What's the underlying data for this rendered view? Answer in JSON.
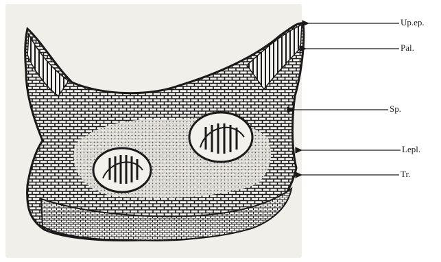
{
  "figure": {
    "labels": [
      {
        "id": "up-ep",
        "text": "Up.ep."
      },
      {
        "id": "pal",
        "text": "Pal."
      },
      {
        "id": "sp",
        "text": "Sp."
      },
      {
        "id": "lepl",
        "text": "Lepl."
      },
      {
        "id": "tr",
        "text": "Tr."
      }
    ],
    "ink_color": "#1a1a1a",
    "paper_color": "#f1efea"
  }
}
